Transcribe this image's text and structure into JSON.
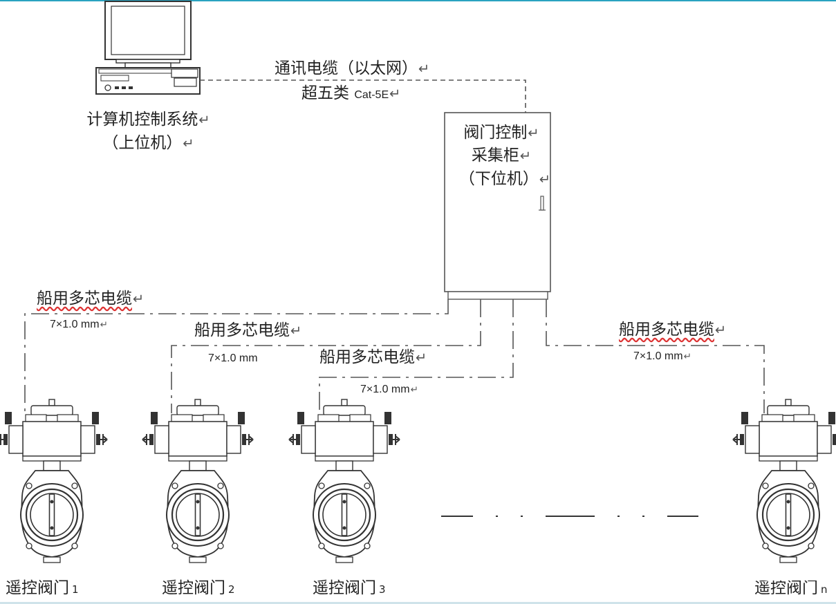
{
  "upper_computer": {
    "line1": "计算机控制系统",
    "line2": "（上位机）"
  },
  "ethernet_link": {
    "line1": "通讯电缆（以太网）",
    "line2_cn": "超五类",
    "line2_spec": "Cat-5E"
  },
  "cabinet": {
    "line1": "阀门控制",
    "line2": "采集柜",
    "line3": "（下位机）"
  },
  "cables": [
    {
      "label": "船用多芯电缆",
      "spec": "7×1.0 mm"
    },
    {
      "label": "船用多芯电缆",
      "spec": "7×1.0 mm"
    },
    {
      "label": "船用多芯电缆",
      "spec": "7×1.0 mm"
    },
    {
      "label": "船用多芯电缆",
      "spec": "7×1.0 mm"
    }
  ],
  "valves": [
    {
      "label": "遥控阀门",
      "index": "1"
    },
    {
      "label": "遥控阀门",
      "index": "2"
    },
    {
      "label": "遥控阀门",
      "index": "3"
    },
    {
      "label": "遥控阀门",
      "index": "n"
    }
  ],
  "return_mark": "↵",
  "colors": {
    "line": "#555555",
    "frame_accent": "#2aa3c0",
    "spellcheck": "#dd3333"
  }
}
